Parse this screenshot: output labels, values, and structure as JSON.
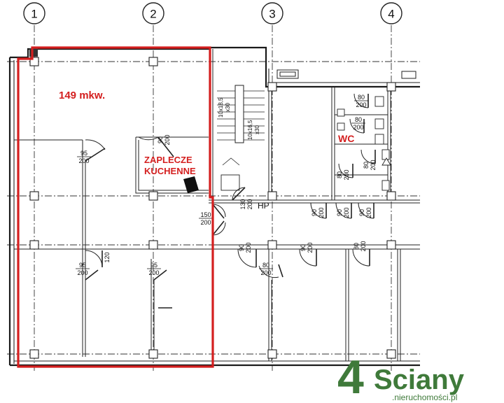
{
  "axes": [
    "1",
    "2",
    "3",
    "4"
  ],
  "area_label": "149 mkw.",
  "kitchen_label": [
    "ZAPLECZE",
    "KUCHENNE"
  ],
  "wc_label": "WC",
  "hp_label": "HP",
  "doors": {
    "d95_200": [
      "95",
      "200"
    ],
    "d90_200": [
      "90",
      "200"
    ],
    "d80_200": [
      "80",
      "200"
    ],
    "d150_200": [
      "150",
      "200"
    ],
    "d120": "120",
    "d130_200": [
      "130",
      "200"
    ]
  },
  "stairs": {
    "flight_a": [
      "10x18,5",
      "x30"
    ],
    "flight_b": [
      "10x16,5",
      "x30"
    ]
  },
  "watermark": {
    "four": "4",
    "word": "Sciany",
    "sub": ".nieruchomości.pl"
  },
  "colors": {
    "highlight": "#d41f1f",
    "logo": "#3f7a3a"
  }
}
